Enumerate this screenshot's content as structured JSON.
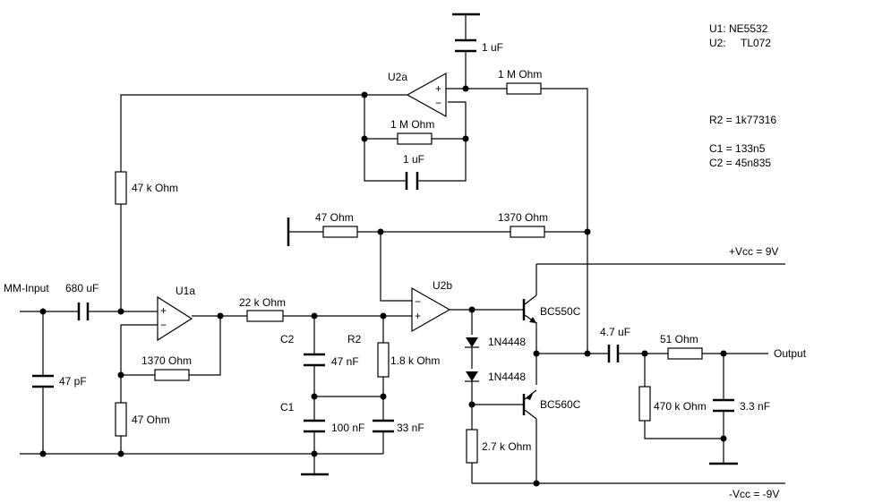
{
  "notes": {
    "u1_line": "U1: NE5532",
    "u2_label": "U2:",
    "u2_value": "TL072",
    "r2_value": "R2 = 1k77316",
    "c1_value": "C1 = 133n5",
    "c2_value": "C2 = 45n835"
  },
  "labels": {
    "input": "MM-Input",
    "output": "Output",
    "vcc_pos": "+Vcc = 9V",
    "vcc_neg": "-Vcc = -9V",
    "u1a": "U1a",
    "u2a": "U2a",
    "u2b": "U2b",
    "c1_name": "C1",
    "c2_name": "C2",
    "r2_name": "R2"
  },
  "components": {
    "c_in": "680 uF",
    "c_in_shunt": "47 pF",
    "r_fb_top": "47 k Ohm",
    "r_u1_fb": "1370  Ohm",
    "r_u1_gnd": "47  Ohm",
    "r_22k": "22 k Ohm",
    "c2_val": "47 nF",
    "c1_val": "100 nF",
    "c_33n": "33 nF",
    "r_18k": "1.8 k Ohm",
    "r_47_mid": "47  Ohm",
    "r_1370_mid": "1370  Ohm",
    "c_u2a_top": "1 uF",
    "r_u2a_in": "1 M Ohm",
    "r_u2a_fb": "1 M Ohm",
    "c_u2a_fb": "1 uF",
    "q_top": "BC550C",
    "q_bot": "BC560C",
    "d1": "1N4448",
    "d2": "1N4448",
    "r_bias": "2.7 k Ohm",
    "c_out": "4.7 uF",
    "r_out": "51  Ohm",
    "r_out_gnd": "470 k Ohm",
    "c_out_shunt": "3.3 nF"
  },
  "opamp_signs": {
    "plus": "+",
    "minus": "−"
  }
}
